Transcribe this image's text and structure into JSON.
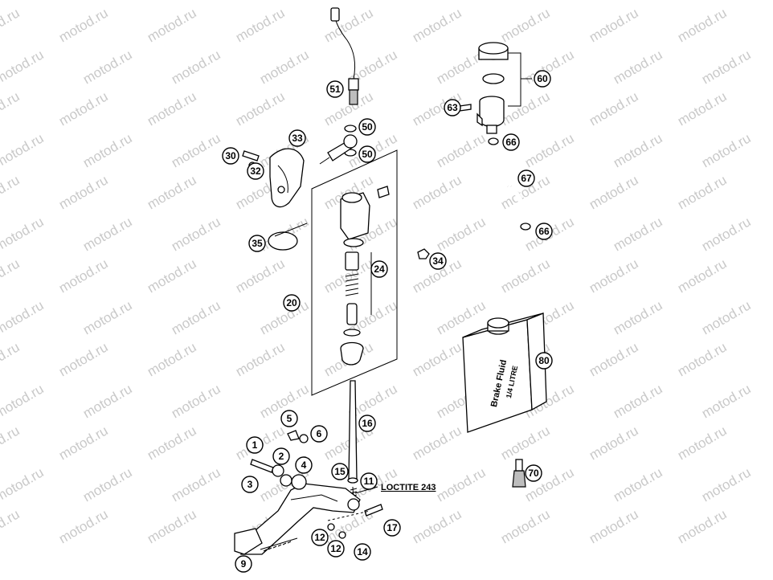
{
  "watermark": "motod.ru",
  "callouts": [
    {
      "id": "c1",
      "label": "1"
    },
    {
      "id": "c2",
      "label": "2"
    },
    {
      "id": "c3",
      "label": "3"
    },
    {
      "id": "c4",
      "label": "4"
    },
    {
      "id": "c5",
      "label": "5"
    },
    {
      "id": "c6",
      "label": "6"
    },
    {
      "id": "c9",
      "label": "9"
    },
    {
      "id": "c11",
      "label": "11"
    },
    {
      "id": "c12a",
      "label": "12"
    },
    {
      "id": "c12b",
      "label": "12"
    },
    {
      "id": "c14",
      "label": "14"
    },
    {
      "id": "c15",
      "label": "15"
    },
    {
      "id": "c16",
      "label": "16"
    },
    {
      "id": "c17",
      "label": "17"
    },
    {
      "id": "c20",
      "label": "20"
    },
    {
      "id": "c24",
      "label": "24"
    },
    {
      "id": "c30",
      "label": "30"
    },
    {
      "id": "c32",
      "label": "32"
    },
    {
      "id": "c33",
      "label": "33"
    },
    {
      "id": "c34",
      "label": "34"
    },
    {
      "id": "c35",
      "label": "35"
    },
    {
      "id": "c50a",
      "label": "50"
    },
    {
      "id": "c50b",
      "label": "50"
    },
    {
      "id": "c51",
      "label": "51"
    },
    {
      "id": "c60",
      "label": "60"
    },
    {
      "id": "c63",
      "label": "63"
    },
    {
      "id": "c66a",
      "label": "66"
    },
    {
      "id": "c66b",
      "label": "66"
    },
    {
      "id": "c67",
      "label": "67"
    },
    {
      "id": "c70",
      "label": "70"
    },
    {
      "id": "c80",
      "label": "80"
    }
  ],
  "loctite_label": "LOCTITE 243",
  "bottle": {
    "line1": "Brake Fluid",
    "line2": "1/4 LITRE"
  }
}
